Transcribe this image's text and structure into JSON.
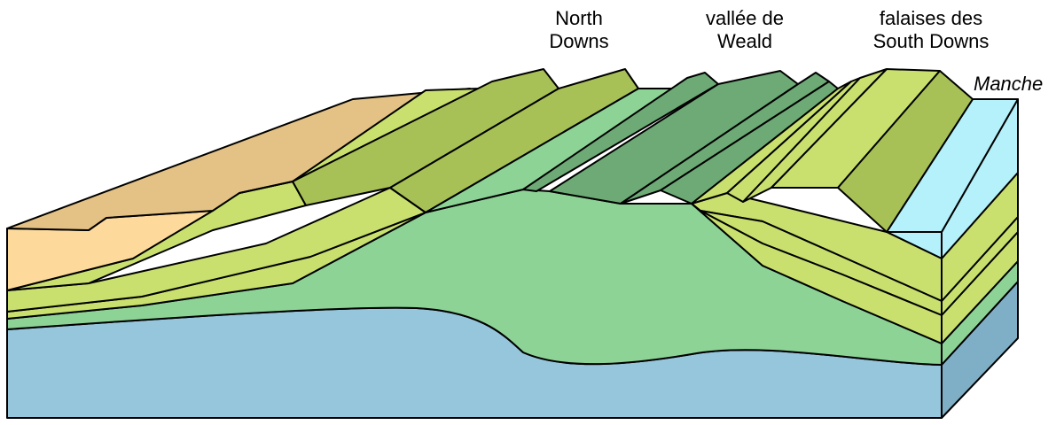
{
  "labels": {
    "north_downs": [
      "North",
      "Downs"
    ],
    "weald_valley": [
      "vallée de",
      "Weald"
    ],
    "south_downs_cliffs": [
      "falaises des",
      "South Downs"
    ],
    "channel": "Manche"
  },
  "colors": {
    "sand_top": "#E4C285",
    "sand_front": "#FDDA9B",
    "chalk_light": "#C9E06F",
    "chalk_mid": "#A8C156",
    "clay_green_light": "#8DD396",
    "clay_green_dark": "#6DAA76",
    "base_blue": "#95C6DC",
    "base_blue_side": "#7FAFC6",
    "sea": "#B4F1FA",
    "outline": "#000000"
  }
}
